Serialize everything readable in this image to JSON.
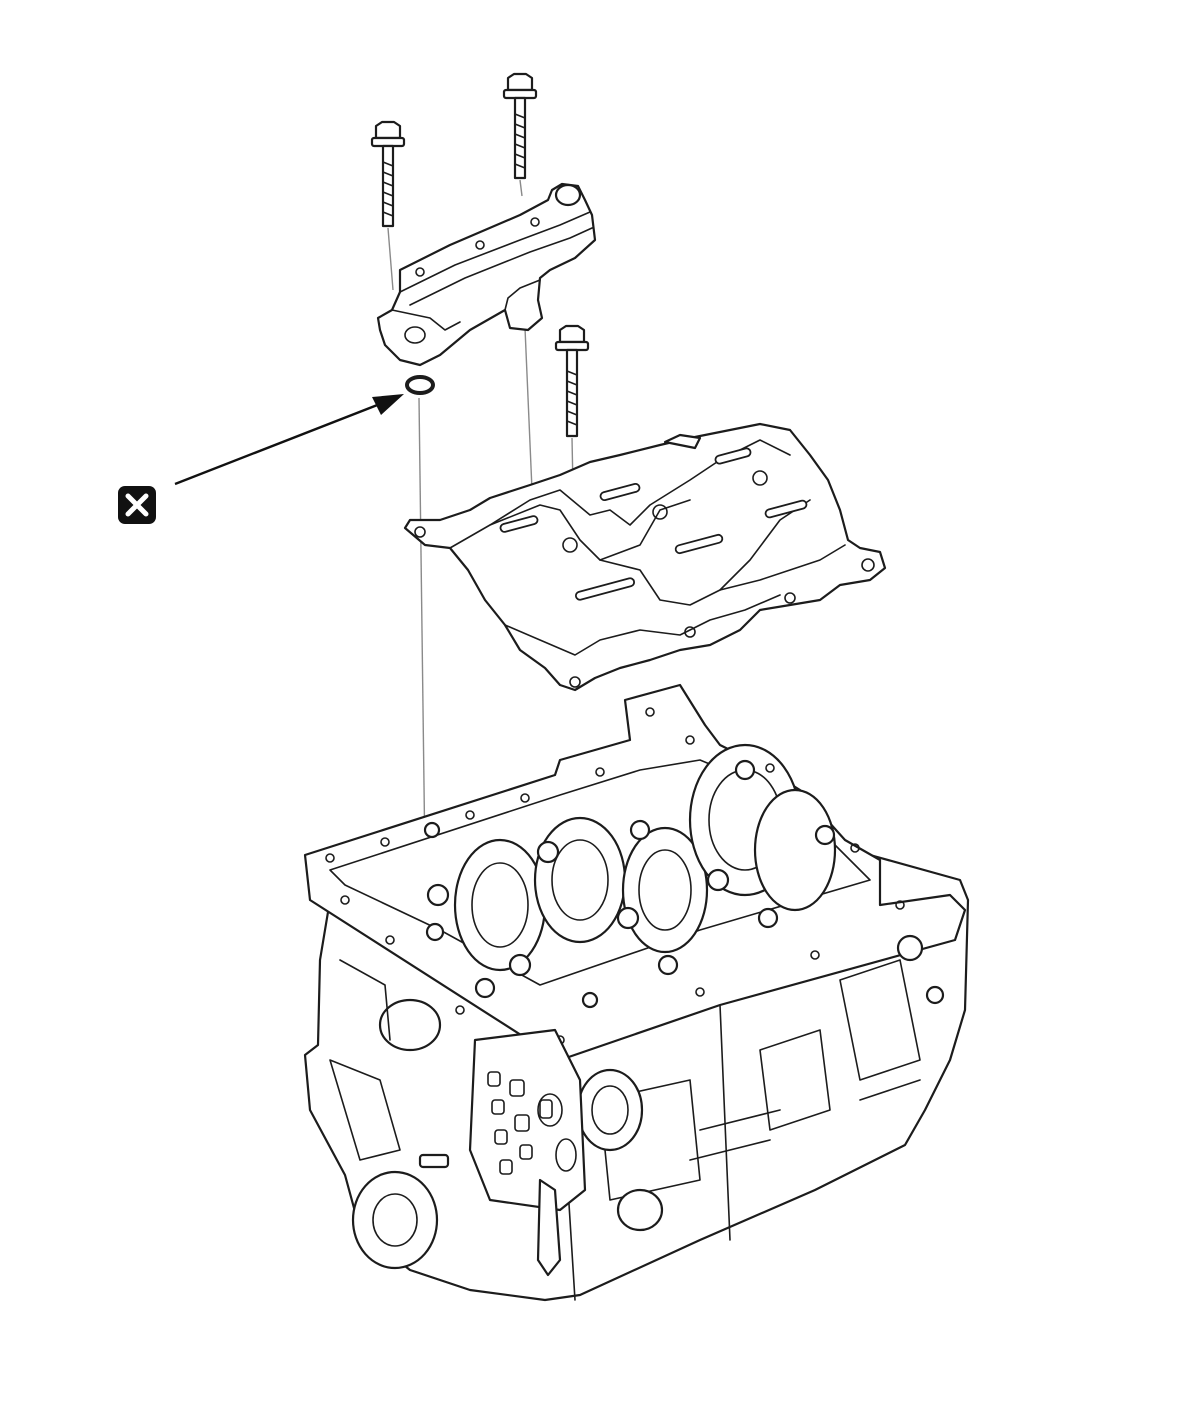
{
  "diagram": {
    "callout": {
      "icon": "replace-part-x-icon",
      "meaning": "replace-with-new-part",
      "target": "o-ring"
    },
    "parts": [
      {
        "id": "bolt-1",
        "icon": "flange-bolt-icon"
      },
      {
        "id": "bolt-2",
        "icon": "flange-bolt-icon"
      },
      {
        "id": "bolt-3",
        "icon": "flange-bolt-icon"
      },
      {
        "id": "oil-strainer",
        "icon": "oil-strainer-icon"
      },
      {
        "id": "o-ring",
        "icon": "o-ring-icon"
      },
      {
        "id": "baffle-plate",
        "icon": "baffle-plate-icon"
      },
      {
        "id": "engine-block",
        "icon": "engine-block-icon"
      }
    ],
    "colors": {
      "line": "#1c1c1c",
      "guide": "#8a8a8a",
      "background": "#ffffff",
      "callout_fill": "#111111"
    }
  }
}
